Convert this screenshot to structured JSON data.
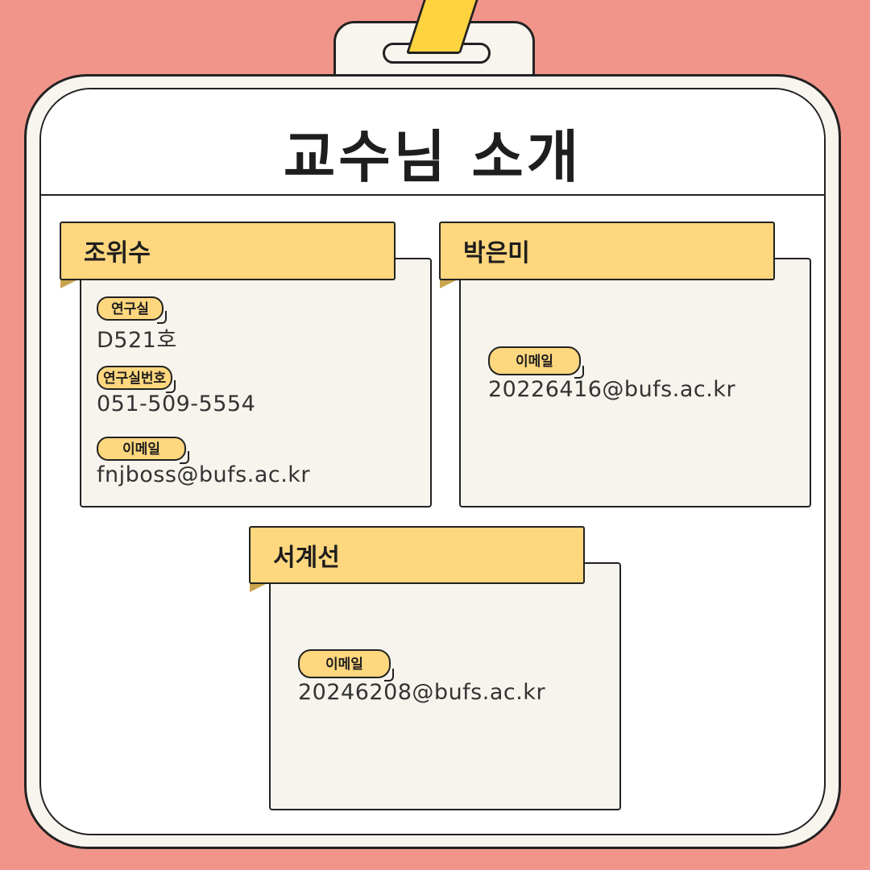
{
  "title": "교수님 소개",
  "professors": [
    {
      "name": "조위수",
      "fields": [
        {
          "label": "연구실",
          "value": "D521호"
        },
        {
          "label": "연구실번호",
          "value": "051-509-5554"
        },
        {
          "label": "이메일",
          "value": "fnjboss@bufs.ac.kr"
        }
      ]
    },
    {
      "name": "박은미",
      "fields": [
        {
          "label": "이메일",
          "value": "20226416@bufs.ac.kr"
        }
      ]
    },
    {
      "name": "서계선",
      "fields": [
        {
          "label": "이메일",
          "value": "20246208@bufs.ac.kr"
        }
      ]
    }
  ],
  "colors": {
    "background": "#f1958a",
    "accent": "#ffd77e",
    "card": "#f7f4ee",
    "outline": "#222222"
  }
}
